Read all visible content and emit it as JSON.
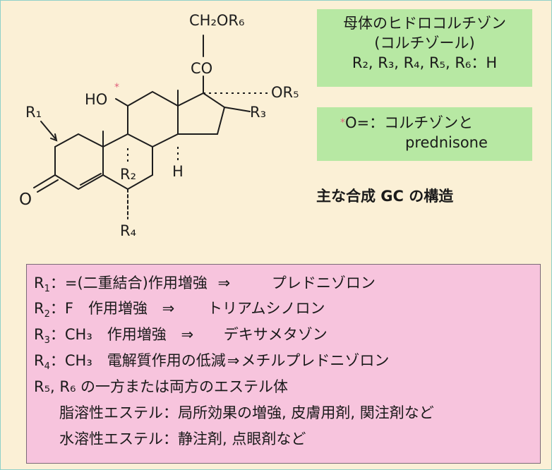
{
  "molecule": {
    "ch2or6": "CH₂OR₆",
    "co": "CO",
    "or5": "OR₅",
    "r3": "R₃",
    "ho": "HO",
    "ho_star": "*",
    "r1": "R₁",
    "r2": "R₂",
    "h": "H",
    "o": "O",
    "r4": "R₄"
  },
  "parent_box": {
    "line1": "母体のヒドロコルチゾン",
    "line2": "(コルチゾール)",
    "line3": "R₂, R₃, R₄, R₅, R₆：H"
  },
  "note_box": {
    "star": "*",
    "line1": "O=：コルチゾンと",
    "line2": "prednisone"
  },
  "caption": "主な合成 GC の構造",
  "rows": [
    {
      "label": "R",
      "sub": "1",
      "text": "：=(二重結合)作用増強",
      "arrow": "⇒",
      "result": "プレドニゾロン"
    },
    {
      "label": "R",
      "sub": "2",
      "text": "：F　作用増強",
      "arrow": "⇒",
      "result": "トリアムシノロン"
    },
    {
      "label": "R",
      "sub": "3",
      "text": "：CH₃　作用増強",
      "arrow": "⇒",
      "result": "デキサメタゾン"
    },
    {
      "label": "R",
      "sub": "4",
      "text": "：CH₃　電解質作用の低減",
      "arrow": "⇒",
      "result": "メチルプレドニゾロン"
    }
  ],
  "ester_line": "R₅, R₆ の一方または両方のエステル体",
  "ester_fat": "脂溶性エステル：局所効果の増強, 皮膚用剤, 関注剤など",
  "ester_water": "水溶性エステル：静注剤, 点眼剤など"
}
